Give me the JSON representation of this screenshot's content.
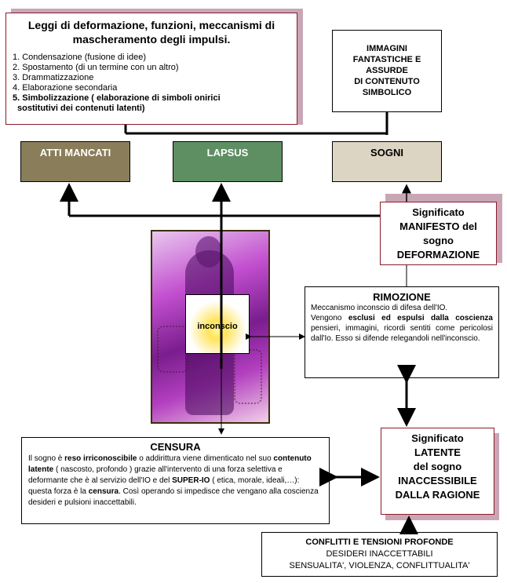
{
  "laws": {
    "title": "Leggi di deformazione, funzioni, meccanismi di mascheramento degli impulsi.",
    "items": [
      "1. Condensazione (fusione di idee)",
      "2. Spostamento (di un termine con un altro)",
      "3. Drammatizzazione",
      "4. Elaborazione secondaria"
    ],
    "item5_line1": "5. Simbolizzazione ( elaborazione di simboli onirici",
    "item5_line2": "sostitutivi dei  contenuti latenti)"
  },
  "images_box": {
    "lines": [
      "IMMAGINI",
      "FANTASTICHE E",
      "ASSURDE",
      "DI CONTENUTO",
      "SIMBOLICO"
    ]
  },
  "categories": {
    "atti_mancati": "ATTI  MANCATI",
    "lapsus": "LAPSUS",
    "sogni": "SOGNI"
  },
  "manifest": {
    "lines": [
      "Significato",
      "MANIFESTO del",
      "sogno",
      "DEFORMAZIONE"
    ]
  },
  "unconscious": {
    "label": "inconscio"
  },
  "rimozione": {
    "title": "RIMOZIONE",
    "t1": "Meccanismo inconscio di difesa dell'IO.",
    "t2": "Vengono ",
    "t3": "esclusi ed espulsi dalla",
    "t4": "coscienza",
    "t5": " pensieri, immagini, ricordi sentiti come pericolosi dall'Io. Esso si difende relegandoli nell'inconscio."
  },
  "censura": {
    "title": "CENSURA",
    "p1": "Il sogno è ",
    "p2": "reso irriconoscibile",
    "p3": " o addirittura viene dimenticato nel suo ",
    "p4": "contenuto latente",
    "p5": " ( nascosto, profondo ) grazie all'intervento di una forza selettiva e deformante che è al servizio dell'IO e del ",
    "p6": "SUPER-IO",
    "p7": " ( etica, morale, ideali,…): questa forza è la ",
    "p8": "censura",
    "p9": ". Così operando si impedisce che vengano alla coscienza desideri e pulsioni inaccettabili."
  },
  "latent": {
    "lines": [
      "Significato",
      "LATENTE",
      "del sogno",
      "INACCESSIBILE",
      "DALLA RAGIONE"
    ]
  },
  "conflicts": {
    "title": "CONFLITTI  E TENSIONI PROFONDE",
    "l2": "DESIDERI INACCETTABILI",
    "l3": "SENSUALITA', VIOLENZA, CONFLITTUALITA'"
  },
  "colors": {
    "atti_mancati": "#8a7d5a",
    "lapsus": "#5d8f62",
    "sogni": "#ddd5c4",
    "shadow": "#c9a6b6",
    "accent_red": "#8b1a2a"
  }
}
